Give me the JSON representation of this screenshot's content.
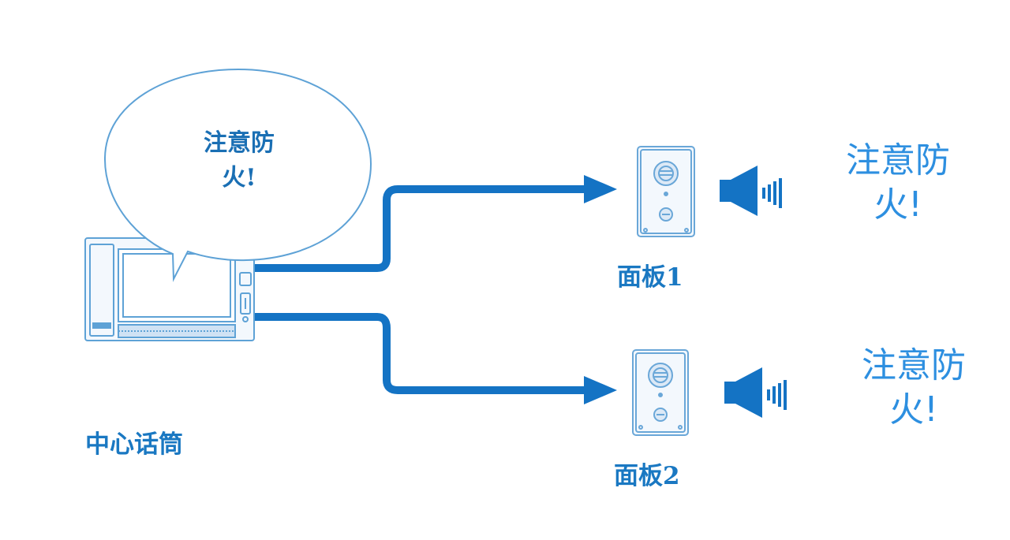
{
  "bubble": {
    "line1": "注意防",
    "line2": "火!"
  },
  "center_handset": {
    "label": "中心话筒"
  },
  "panels": [
    {
      "label": "面板1",
      "announcement": {
        "line1": "注意防",
        "line2": "火!"
      }
    },
    {
      "label": "面板2",
      "announcement": {
        "line1": "注意防",
        "line2": "火!"
      }
    }
  ],
  "colors": {
    "primary": "#1a78c2",
    "light": "#2d8fe0",
    "outline": "#5ea2d6"
  },
  "icons": [
    "intercom-station-icon",
    "speech-bubble-icon",
    "door-panel-icon",
    "speaker-icon",
    "arrow-icon"
  ]
}
